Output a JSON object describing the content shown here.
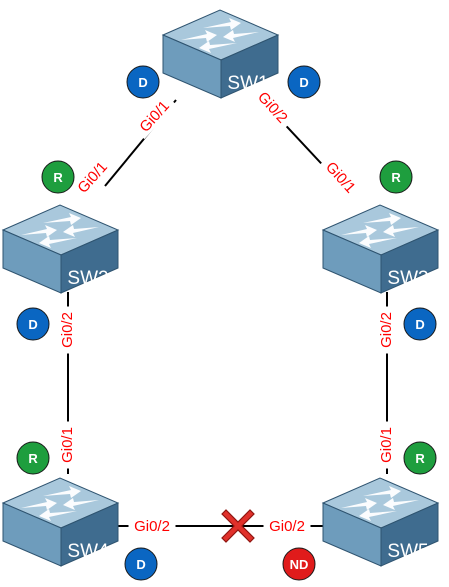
{
  "colors": {
    "link": "#000000",
    "port_text": "#ff0000",
    "switch_top": "#a9c8dc",
    "switch_front": "#6e9cbc",
    "switch_side": "#3f6c8f",
    "switch_label": "#ffffff",
    "badge_designated": "#0a66c2",
    "badge_root": "#1e9e3e",
    "badge_nondesignated": "#e01b1b",
    "blocked_x": "#e0312b"
  },
  "switches": [
    {
      "id": "sw1",
      "label": "SW1",
      "icon": "switch-icon"
    },
    {
      "id": "sw2",
      "label": "SW2",
      "icon": "switch-icon"
    },
    {
      "id": "sw3",
      "label": "SW3",
      "icon": "switch-icon"
    },
    {
      "id": "sw4",
      "label": "SW4",
      "icon": "switch-icon"
    },
    {
      "id": "sw5",
      "label": "SW5",
      "icon": "switch-icon"
    }
  ],
  "links": [
    {
      "id": "sw1-sw2",
      "from": "sw1",
      "to": "sw2",
      "blocked": false
    },
    {
      "id": "sw1-sw3",
      "from": "sw1",
      "to": "sw3",
      "blocked": false
    },
    {
      "id": "sw2-sw4",
      "from": "sw2",
      "to": "sw4",
      "blocked": false
    },
    {
      "id": "sw3-sw5",
      "from": "sw3",
      "to": "sw5",
      "blocked": false
    },
    {
      "id": "sw4-sw5",
      "from": "sw4",
      "to": "sw5",
      "blocked": true
    }
  ],
  "ports": [
    {
      "id": "sw1-left",
      "text": "Gi0/1"
    },
    {
      "id": "sw1-right",
      "text": "Gi0/2"
    },
    {
      "id": "sw2-top",
      "text": "Gi0/1"
    },
    {
      "id": "sw3-top",
      "text": "Gi0/1"
    },
    {
      "id": "sw2-bottom",
      "text": "Gi0/2"
    },
    {
      "id": "sw3-bottom",
      "text": "Gi0/2"
    },
    {
      "id": "sw4-top",
      "text": "Gi0/1"
    },
    {
      "id": "sw5-top",
      "text": "Gi0/1"
    },
    {
      "id": "sw4-right",
      "text": "Gi0/2"
    },
    {
      "id": "sw5-left",
      "text": "Gi0/2"
    }
  ],
  "badges": [
    {
      "id": "sw1-left",
      "text": "D",
      "role": "designated"
    },
    {
      "id": "sw1-right",
      "text": "D",
      "role": "designated"
    },
    {
      "id": "sw2-top",
      "text": "R",
      "role": "root"
    },
    {
      "id": "sw3-top",
      "text": "R",
      "role": "root"
    },
    {
      "id": "sw2-bottom",
      "text": "D",
      "role": "designated"
    },
    {
      "id": "sw3-bottom",
      "text": "D",
      "role": "designated"
    },
    {
      "id": "sw4-top",
      "text": "R",
      "role": "root"
    },
    {
      "id": "sw5-top",
      "text": "R",
      "role": "root"
    },
    {
      "id": "sw4-right",
      "text": "D",
      "role": "designated"
    },
    {
      "id": "sw5-left",
      "text": "ND",
      "role": "nondesignated"
    }
  ],
  "blocked_icon": "x-icon"
}
